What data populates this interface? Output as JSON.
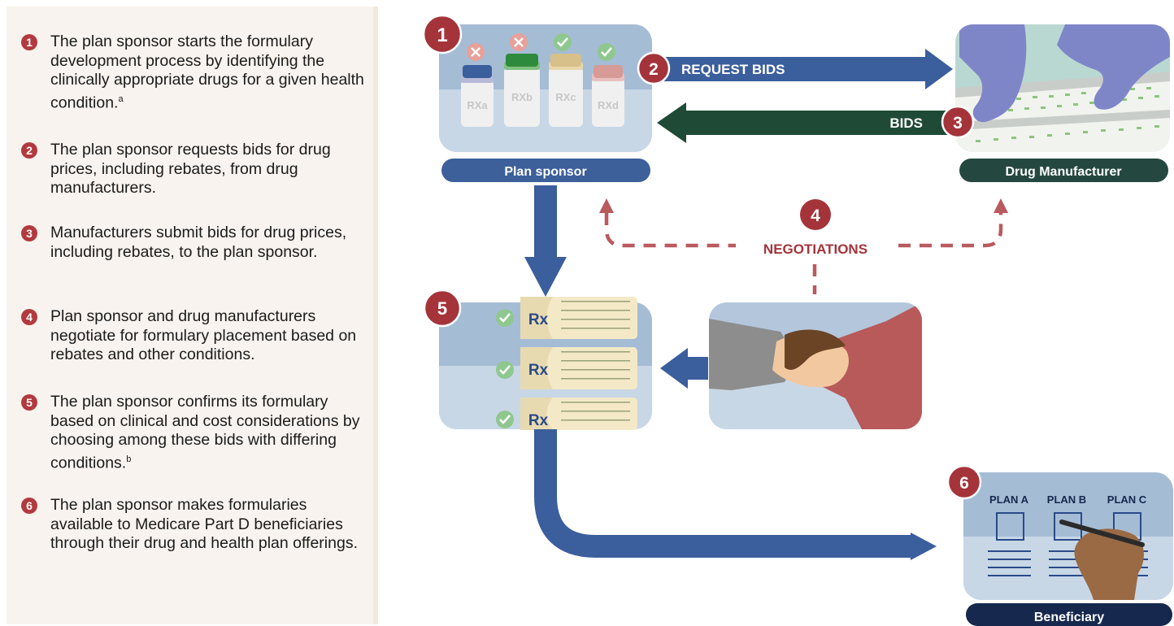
{
  "steps": [
    {
      "num": "1",
      "text": "The plan sponsor starts the formulary development process by identifying the clinically appropriate drugs for a given health condition.",
      "sup": "a"
    },
    {
      "num": "2",
      "text": "The plan sponsor requests bids for drug prices, including rebates, from drug manufacturers.",
      "sup": ""
    },
    {
      "num": "3",
      "text": "Manufacturers submit bids for drug prices, including rebates, to the plan sponsor.",
      "sup": ""
    },
    {
      "num": "4",
      "text": "Plan sponsor and drug manufacturers negotiate for formulary placement based on rebates and other conditions.",
      "sup": ""
    },
    {
      "num": "5",
      "text": "The plan sponsor confirms its formulary based on clinical and cost considerations by choosing among these bids with differing conditions.",
      "sup": "b"
    },
    {
      "num": "6",
      "text": "The plan sponsor makes formularies available to Medicare Part D beneficiaries through their drug and health plan offerings.",
      "sup": ""
    }
  ],
  "diagram": {
    "badges": [
      "1",
      "2",
      "3",
      "4",
      "5",
      "6"
    ],
    "plan_sponsor_label": "Plan sponsor",
    "manufacturer_label": "Drug Manufacturer",
    "beneficiary_label": "Beneficiary",
    "request_bids_label": "REQUEST BIDS",
    "bids_label": "BIDS",
    "negotiations_label": "NEGOTIATIONS",
    "bottles": [
      "RXa",
      "RXb",
      "RXc",
      "RXd"
    ],
    "rx_label": "Rx",
    "plans": [
      "PLAN A",
      "PLAN B",
      "PLAN C"
    ]
  },
  "colors": {
    "badge_red": "#a4343a",
    "arrow_blue": "#3b5e9c",
    "arrow_green": "#1f4a36",
    "negotiation_red": "#b95a5f",
    "panel_blue": "#a5bcd5",
    "panel_light": "#c8d7e6",
    "label_blue": "#3d5f9a",
    "label_green": "#24483f",
    "label_navy": "#16284d"
  }
}
